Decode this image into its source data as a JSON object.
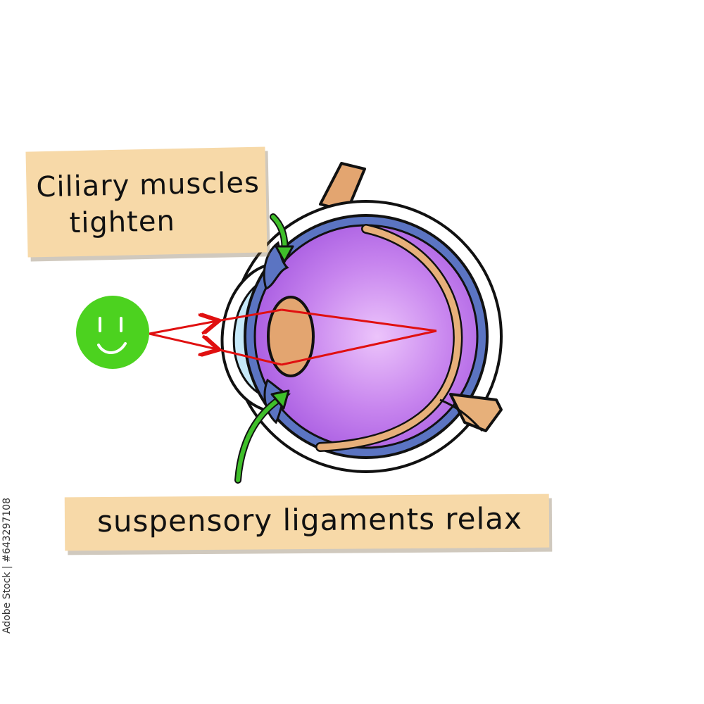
{
  "labels": {
    "ciliary_line1": "Ciliary muscles",
    "ciliary_line2": "tighten",
    "suspensory": "suspensory ligaments relax"
  },
  "stock_id": "Adobe Stock | #643297108",
  "colors": {
    "label_fill": "#f7d9a8",
    "vitreous": "#b66be6",
    "choroid": "#5b74c2",
    "retina": "#e7b07a",
    "cornea": "#c6e9f9",
    "lens": "#e3a570",
    "light_ray": "#e01010",
    "arrow": "#3fbf2a",
    "smiley": "#4cd21f"
  },
  "icons": [
    "smiley-face-icon",
    "arrow-icon"
  ]
}
